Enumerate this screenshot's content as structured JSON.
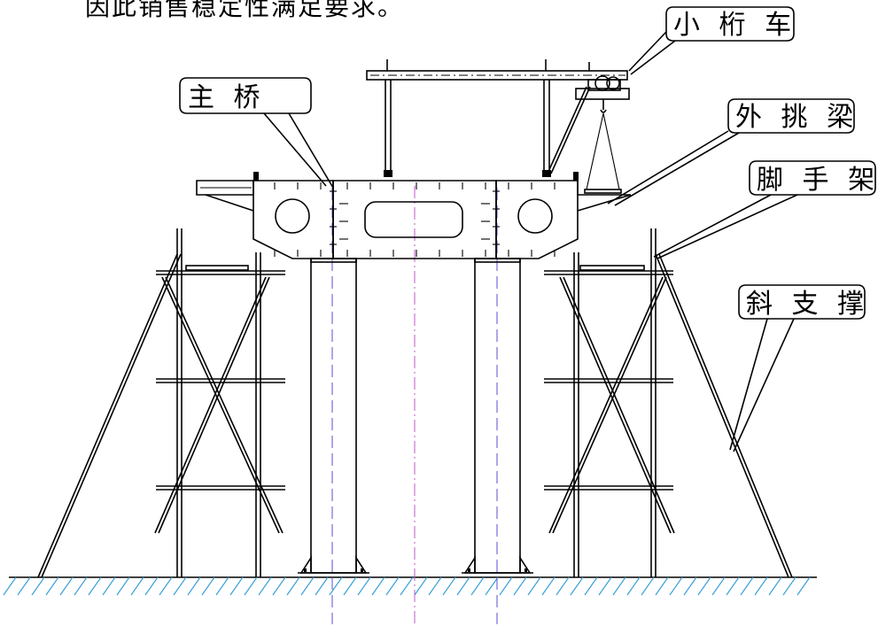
{
  "header": {
    "text": "因此销售稳定性满足要求。"
  },
  "callouts": {
    "trolley": "小 桁 车",
    "main_bridge": "主  桥",
    "outrigger": "外 挑 梁",
    "scaffold": "脚 手 架",
    "brace": "斜 支 撑"
  },
  "colors": {
    "ground_hatch": "#3aa0d8",
    "center_axis": "#c05ac8",
    "column_axis": "#5a4fd0",
    "line": "#000000"
  }
}
